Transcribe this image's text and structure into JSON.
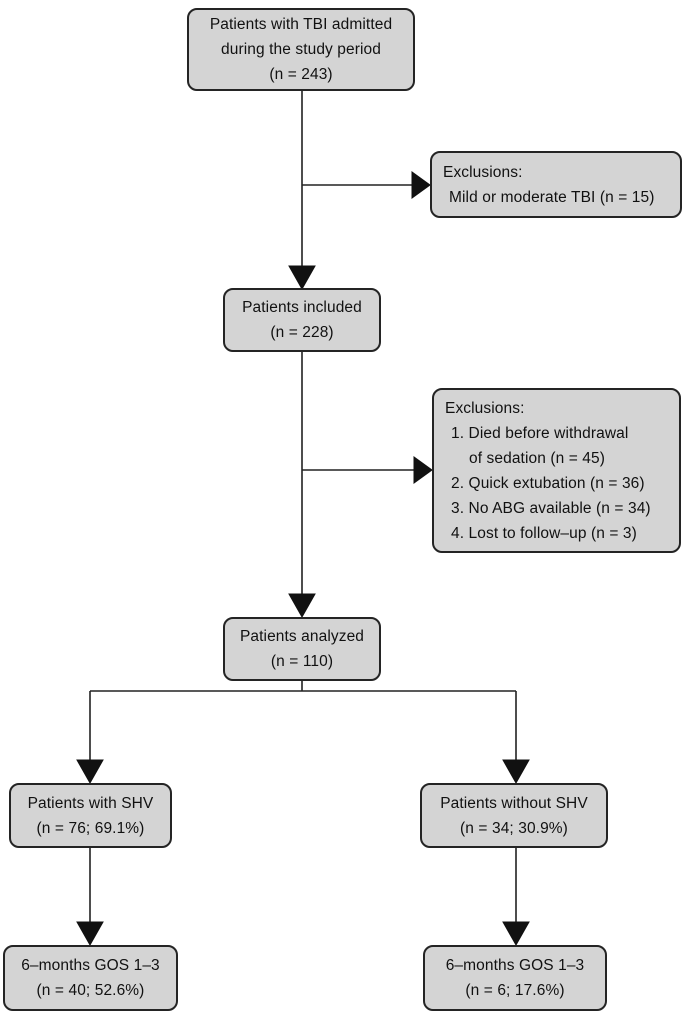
{
  "figure": {
    "type": "patient-flow-diagram",
    "colors": {
      "box_fill": "#d4d4d4",
      "box_border": "#242424",
      "line": "#222222",
      "arrow": "#111111",
      "background": "#ffffff",
      "text": "#111111"
    }
  },
  "nodes": {
    "admitted": {
      "lines": [
        "Patients with TBI admitted",
        "during the study period",
        "(n = 243)"
      ]
    },
    "exclusions1": {
      "lines": [
        "Exclusions:",
        "Mild or moderate TBI (n = 15)"
      ]
    },
    "included": {
      "lines": [
        "Patients included",
        "(n = 228)"
      ]
    },
    "exclusions2": {
      "lines": [
        "Exclusions:",
        "1. Died before withdrawal",
        "of sedation (n = 45)",
        "2. Quick extubation (n = 36)",
        "3. No ABG available (n = 34)",
        "4. Lost to follow–up (n = 3)"
      ]
    },
    "analyzed": {
      "lines": [
        "Patients analyzed",
        "(n = 110)"
      ]
    },
    "with_shv": {
      "lines": [
        "Patients with SHV",
        "(n = 76; 69.1%)"
      ]
    },
    "without_shv": {
      "lines": [
        "Patients without SHV",
        "(n = 34; 30.9%)"
      ]
    },
    "gos_with_shv": {
      "lines": [
        "6–months GOS 1–3",
        "(n = 40; 52.6%)"
      ]
    },
    "gos_without_shv": {
      "lines": [
        "6–months GOS 1–3",
        "(n = 6; 17.6%)"
      ]
    }
  }
}
